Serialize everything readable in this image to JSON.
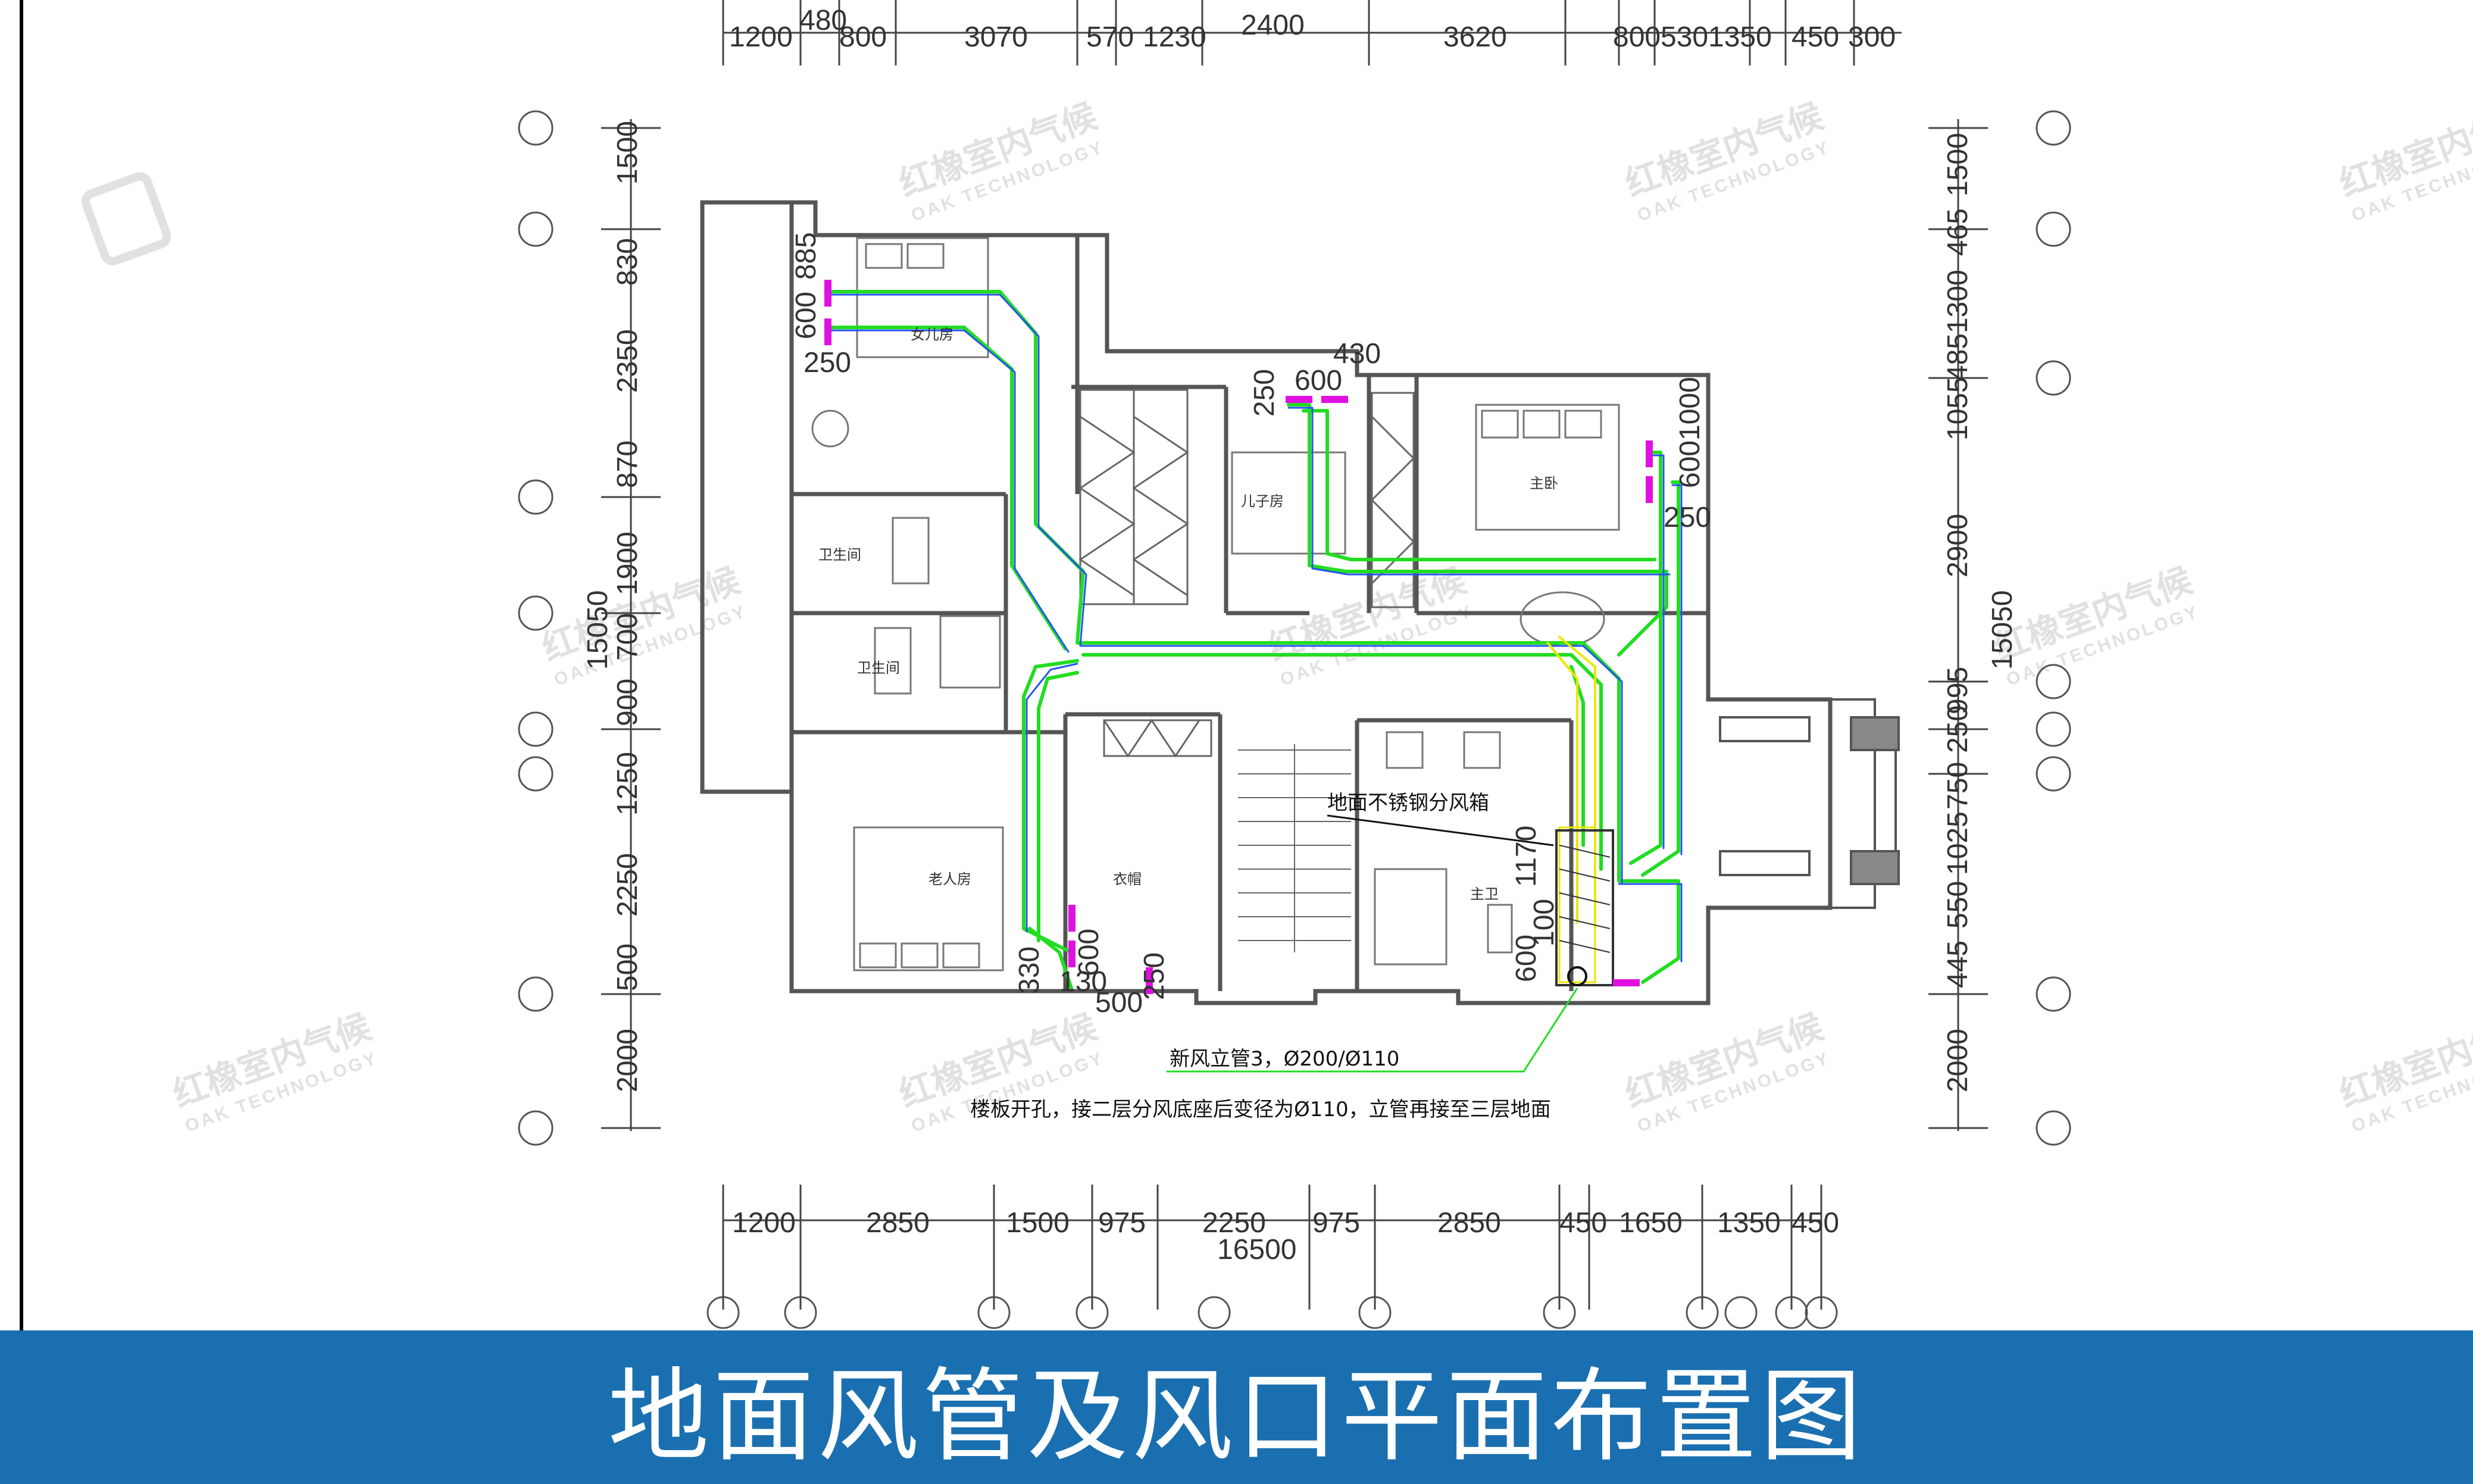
{
  "title": "地面风管及风口平面布置图",
  "dims_top": [
    "1200",
    "480",
    "800",
    "3070",
    "570",
    "1230",
    "2400",
    "3620",
    "800",
    "530",
    "1350",
    "450",
    "300"
  ],
  "dims_bottom": [
    "1200",
    "2850",
    "1500",
    "975",
    "2250",
    "975",
    "2850",
    "450",
    "1650",
    "1350",
    "450"
  ],
  "dims_bottom_total": "16500",
  "dims_left": [
    "1500",
    "830",
    "2350",
    "870",
    "1900",
    "700",
    "900",
    "1250",
    "2250",
    "500",
    "2000"
  ],
  "dims_left_total": "15050",
  "dims_right": [
    "1500",
    "465",
    "1300",
    "485",
    "1055",
    "2900",
    "995",
    "250",
    "750",
    "1025",
    "550",
    "445",
    "2000"
  ],
  "dims_right_total": "15050",
  "rooms": {
    "daughter": "女儿房",
    "son": "儿子房",
    "master": "主卧",
    "bath1": "卫生间",
    "bath2": "卫生间",
    "elder": "老人房",
    "master_bath": "主卫",
    "cloak": "衣帽"
  },
  "air_labels": {
    "a1": "600",
    "a2": "885",
    "a3": "250",
    "a4": "430",
    "a5": "600",
    "a6": "250",
    "a7": "1000",
    "a8": "600",
    "a9": "250",
    "a10": "330",
    "a11": "600",
    "a12": "130",
    "a13": "500",
    "a14": "250",
    "a15": "1170",
    "a16": "100",
    "a17": "600"
  },
  "annotations": {
    "box": "地面不锈钢分风箱",
    "riser": "新风立管3，Ø200/Ø110",
    "floor_note": "楼板开孔，接二层分风底座后变径为Ø110，立管再接至三层地面"
  },
  "watermark": {
    "cn": "红橡室内气候",
    "en": "OAK TECHNOLOGY"
  },
  "colors": {
    "title_bar": "#1a6fb0",
    "duct_green": "#22dd22",
    "duct_blue": "#2255ee",
    "duct_yellow": "#e8e800",
    "outlet_magenta": "#e010e0",
    "wall": "#555555"
  }
}
